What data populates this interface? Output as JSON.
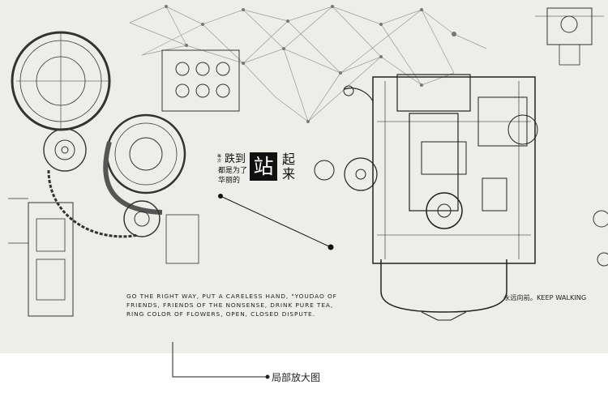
{
  "slogan": {
    "small_chars": "每次",
    "line1": "跌到",
    "line2": "都是为了",
    "line3": "华丽的",
    "box_char": "站",
    "big_chars": "起来"
  },
  "quote": {
    "line1": "Go the right way, put a careless hand, \"youdao of",
    "line2": "friends, friends of the nonsense, drink pure tea,",
    "line3": "ring color of flowers, open, closed dispute."
  },
  "tagline": "永远向前。KEEP WALKING",
  "caption": "局部放大图",
  "colors": {
    "ink": "#222222",
    "paper": "#ededea",
    "network": "#8a8a8a"
  },
  "icons": [
    "engine-drawing-icon",
    "gear-drawing-icon",
    "network-lines-icon",
    "marker-dot-icon"
  ]
}
